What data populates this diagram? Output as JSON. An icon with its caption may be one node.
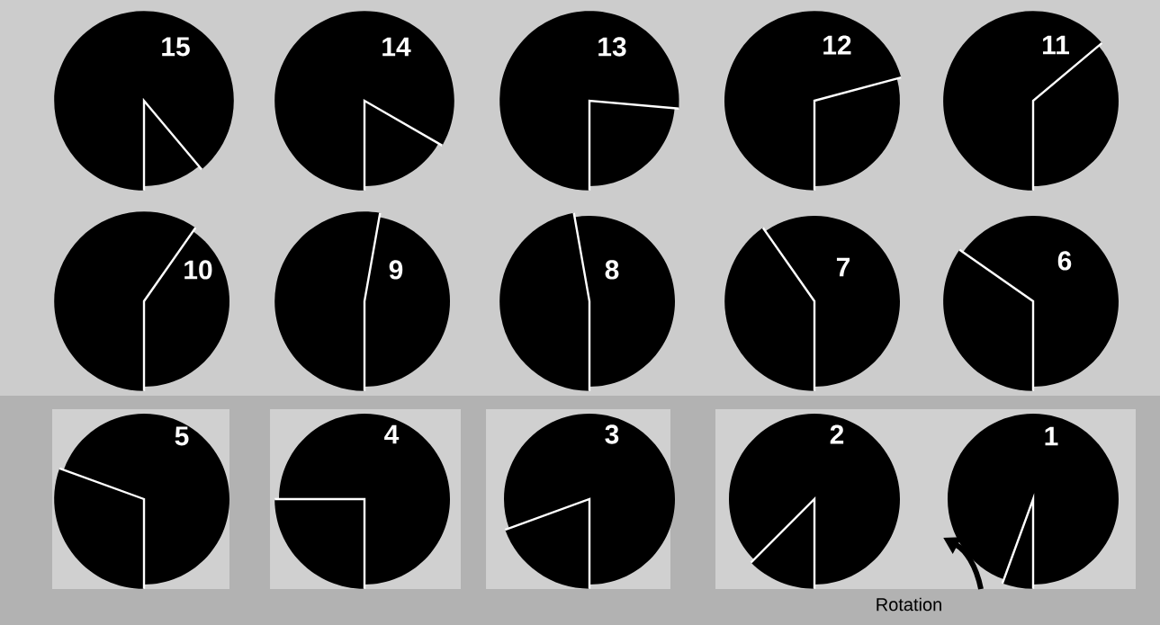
{
  "diagram": {
    "nodes": [
      {
        "text": [
          "15"
        ]
      },
      {
        "text": [
          "14"
        ]
      },
      {
        "text": [
          "13"
        ]
      },
      {
        "text": [
          "12"
        ]
      },
      {
        "text": [
          "11"
        ]
      },
      {
        "text": [
          "10"
        ]
      },
      {
        "text": [
          "9"
        ]
      },
      {
        "text": [
          "8"
        ]
      },
      {
        "text": [
          "7"
        ]
      },
      {
        "text": [
          "6"
        ]
      },
      {
        "text": [
          "5"
        ]
      },
      {
        "text": [
          "4"
        ]
      },
      {
        "text": [
          "3"
        ]
      },
      {
        "text": [
          "2"
        ]
      },
      {
        "text": [
          "1"
        ]
      }
    ],
    "labels": [
      "Rotation"
    ]
  }
}
